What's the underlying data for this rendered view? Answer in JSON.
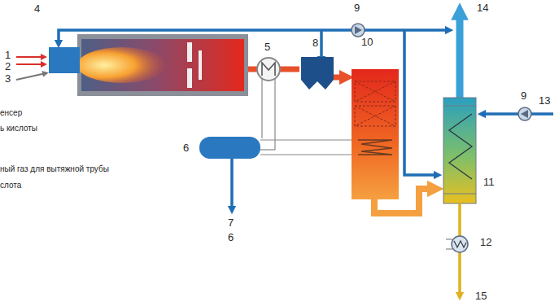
{
  "diagram": {
    "labels": [
      "4",
      "9",
      "14",
      "1",
      "2",
      "3",
      "5",
      "8",
      "10",
      "9",
      "13",
      "6",
      "11",
      "7",
      "6",
      "12",
      "15",
      "енсер",
      "ь кислоты",
      "ный газ для вытяжной трубы",
      "слота"
    ]
  }
}
